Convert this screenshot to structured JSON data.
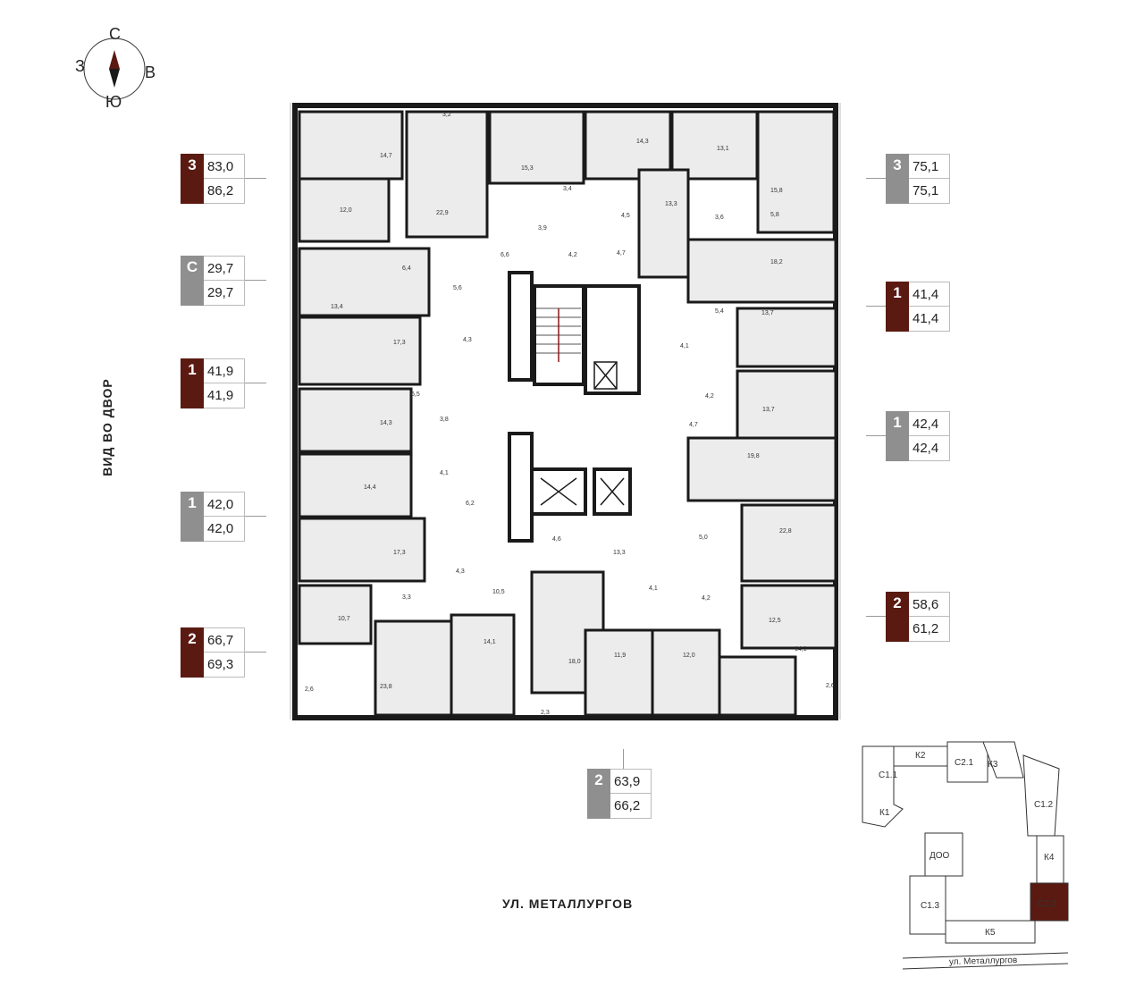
{
  "compass": {
    "north": "С",
    "south": "Ю",
    "west": "З",
    "east": "В"
  },
  "side_label": "ВИД ВО ДВОР",
  "street_label": "УЛ. МЕТАЛЛУРГОВ",
  "colors": {
    "brown": "#5a1a12",
    "grey": "#8f8f8f",
    "wall": "#1a1a1a",
    "room_fill": "#e8e8e8"
  },
  "apartments": [
    {
      "rooms": "3",
      "area_top": "83,0",
      "area_bottom": "86,2",
      "color": "brown"
    },
    {
      "rooms": "С",
      "area_top": "29,7",
      "area_bottom": "29,7",
      "color": "grey"
    },
    {
      "rooms": "1",
      "area_top": "41,9",
      "area_bottom": "41,9",
      "color": "brown"
    },
    {
      "rooms": "1",
      "area_top": "42,0",
      "area_bottom": "42,0",
      "color": "grey"
    },
    {
      "rooms": "2",
      "area_top": "66,7",
      "area_bottom": "69,3",
      "color": "brown"
    },
    {
      "rooms": "3",
      "area_top": "75,1",
      "area_bottom": "75,1",
      "color": "grey"
    },
    {
      "rooms": "1",
      "area_top": "41,4",
      "area_bottom": "41,4",
      "color": "brown"
    },
    {
      "rooms": "1",
      "area_top": "42,4",
      "area_bottom": "42,4",
      "color": "grey"
    },
    {
      "rooms": "2",
      "area_top": "58,6",
      "area_bottom": "61,2",
      "color": "brown"
    },
    {
      "rooms": "2",
      "area_top": "63,9",
      "area_bottom": "66,2",
      "color": "grey"
    }
  ],
  "room_areas": [
    "14,7",
    "3,2",
    "15,3",
    "14,3",
    "13,1",
    "15,8",
    "12,0",
    "22,9",
    "3,4",
    "4,5",
    "13,3",
    "3,6",
    "5,8",
    "3,9",
    "6,6",
    "4,2",
    "4,7",
    "18,2",
    "6,4",
    "5,6",
    "13,4",
    "5,4",
    "13,7",
    "17,3",
    "4,3",
    "4,1",
    "6,5",
    "4,2",
    "13,7",
    "14,3",
    "3,8",
    "4,7",
    "19,8",
    "14,4",
    "4,1",
    "6,2",
    "5,0",
    "22,8",
    "4,6",
    "17,3",
    "13,3",
    "4,3",
    "4,1",
    "4,2",
    "10,5",
    "3,3",
    "10,7",
    "12,5",
    "14,1",
    "18,0",
    "11,9",
    "12,0",
    "14,1",
    "2,6",
    "23,8",
    "2,3",
    "2,6"
  ],
  "keyplan": {
    "labels": [
      "К2",
      "С2.1",
      "К3",
      "С1.1",
      "С1.2",
      "К1",
      "ДОО",
      "К4",
      "С1.3",
      "С2.2",
      "К5"
    ],
    "street": "ул. Металлургов",
    "highlight": "С2.2"
  }
}
